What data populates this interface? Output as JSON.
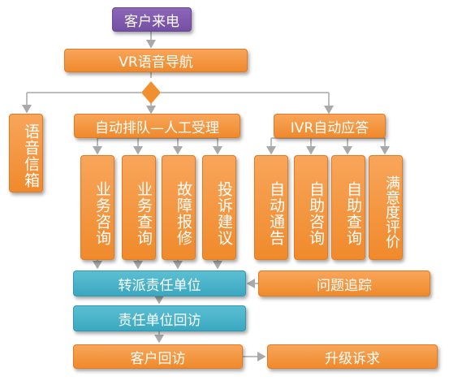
{
  "colors": {
    "orange": "#f0902f",
    "purple": "#7d5aad",
    "teal": "#45b2c8",
    "connector": "#a9a9a9",
    "diamond": "#f0902f"
  },
  "nodes": {
    "incoming_call": "客户来电",
    "ivr_navigation": "VR语音导航",
    "voice_mailbox": "语音信箱",
    "auto_queue": "自动排队—人工受理",
    "ivr_auto_answer": "IVR自动应答",
    "business_consult": "业务咨询",
    "business_query": "业务查询",
    "fault_report": "故障报修",
    "complaint_suggest": "投诉建议",
    "auto_notice": "自动通告",
    "self_consult": "自助咨询",
    "self_query": "自助查询",
    "satisfaction_rating": "满意度评价",
    "transfer_unit": "转派责任单位",
    "issue_tracking": "问题追踪",
    "unit_callback": "责任单位回访",
    "customer_callback": "客户回访",
    "escalate_complaint": "升级诉求"
  }
}
